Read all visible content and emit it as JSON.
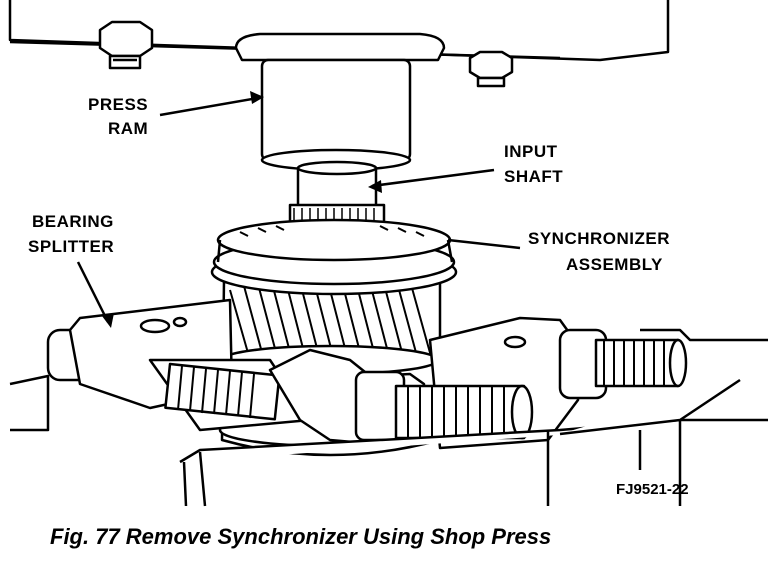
{
  "figure": {
    "labels": {
      "press_ram": [
        "PRESS",
        "RAM"
      ],
      "input_shaft": [
        "INPUT",
        "SHAFT"
      ],
      "bearing_splitter": [
        "BEARING",
        "SPLITTER"
      ],
      "synchronizer_assembly": [
        "SYNCHRONIZER",
        "ASSEMBLY"
      ]
    },
    "part_code": "FJ9521-22"
  },
  "caption": "Fig. 77 Remove Synchronizer Using Shop Press"
}
